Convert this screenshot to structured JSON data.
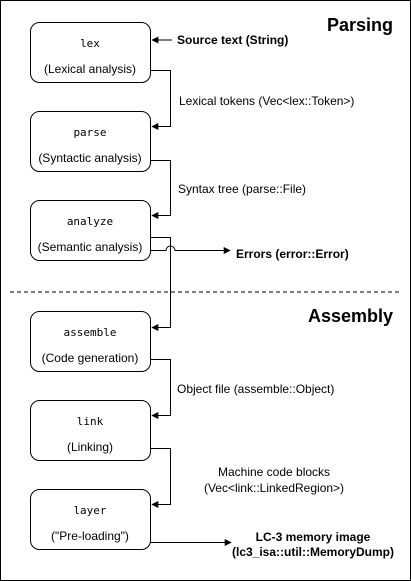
{
  "sections": {
    "top": "Parsing",
    "bottom": "Assembly"
  },
  "stages": [
    {
      "name": "lex",
      "description": "(Lexical analysis)"
    },
    {
      "name": "parse",
      "description": "(Syntactic analysis)"
    },
    {
      "name": "analyze",
      "description": "(Semantic analysis)"
    },
    {
      "name": "assemble",
      "description": "(Code generation)"
    },
    {
      "name": "link",
      "description": "(Linking)"
    },
    {
      "name": "layer",
      "description": "(\"Pre-loading\")"
    }
  ],
  "edges": [
    {
      "label": "Lexical tokens (Vec<lex::Token>)"
    },
    {
      "label": "Syntax tree (parse::File)"
    },
    {
      "label": ""
    },
    {
      "label": "Object file (assemble::Object)"
    },
    {
      "label_line1": "Machine code blocks",
      "label_line2": "(Vec<link::LinkedRegion>)"
    }
  ],
  "io": {
    "input": "Source text (String)",
    "errors": "Errors (error::Error)",
    "output_line1": "LC-3 memory image",
    "output_line2": "(lc3_isa::util::MemoryDump)"
  }
}
